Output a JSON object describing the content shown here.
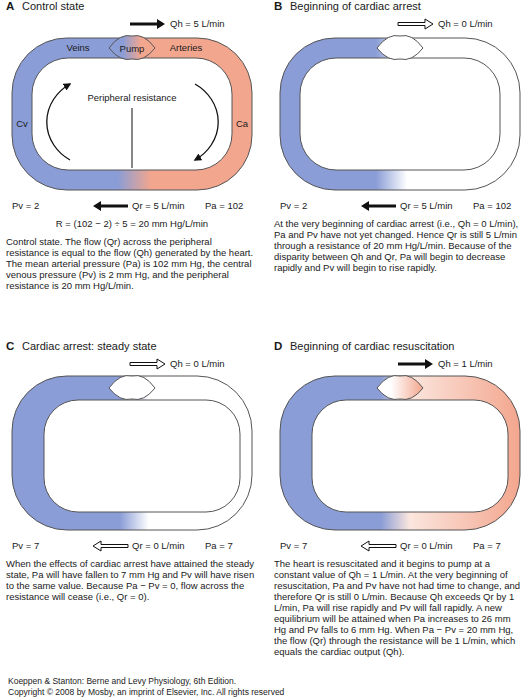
{
  "diagram": {
    "nodes": [
      {
        "text": [
          "A",
          "Control state",
          "Control state. The flow (Qr) across the peripheral resistance is equal to the flow (Qh) generated by the heart. The mean arterial pressure (Pa) is 102 mm Hg, the central venous pressure (Pv) is 2 mm Hg, and the peripheral resistance is 20 mm Hg/L/min."
        ]
      },
      {
        "text": [
          "B",
          "Beginning of cardiac arrest",
          "At the very beginning of cardiac arrest (i.e., Qh = 0 L/min), Pa and Pv have not yet changed. Hence Qr is still 5 L/min through a resistance of 20 mm Hg/L/min. Because of the disparity between Qh and Qr, Pa will begin to decrease rapidly and Pv will begin to rise rapidly."
        ]
      },
      {
        "text": [
          "C",
          "Cardiac arrest: steady state",
          "When the effects of cardiac arrest have attained the steady state, Pa will have fallen to 7 mm Hg and Pv will have risen to the same value. Because Pa − Pv = 0, flow across the resistance will cease (i.e., Qr = 0)."
        ]
      },
      {
        "text": [
          "D",
          "Beginning of cardiac resuscitation",
          "The heart is resuscitated and it begins to pump at a constant value of Qh = 1 L/min. At the very beginning of resuscitation, Pa and Pv have not had time to change, and therefore Qr is still 0 L/min. Because Qh exceeds Qr by 1 L/min, Pa will rise rapidly and Pv will fall rapidly. A new equilibrium will be attained when Pa increases to 26 mm Hg and Pv falls to 6 mm Hg. When Pa − Pv = 20 mm Hg, the flow (Qr) through the resistance will be 1 L/min, which equals the cardiac output (Qh)."
        ]
      }
    ],
    "labels": [
      "Qh = 5 L/min",
      "Veins",
      "Pump",
      "Arteries",
      "Peripheral resistance",
      "Cv",
      "Ca",
      "Pv = 2",
      "Qr = 5 L/min",
      "Pa = 102",
      "R = (102 − 2) ÷ 5 = 20 mm Hg/L/min",
      "Qh = 0 L/min",
      "Pv = 2",
      "Qr = 5 L/min",
      "Pa = 102",
      "Qh = 0 L/min",
      "Pv = 7",
      "Qr = 0 L/min",
      "Pa = 7",
      "Qh = 1 L/min",
      "Pv = 7",
      "Qr = 0 L/min",
      "Pa = 7",
      "Koeppen & Stanton: Berne and Levy Physiology, 6th Edition.",
      "Copyright © 2008 by Mosby, an imprint of Elsevier, Inc. All rights reserved"
    ]
  }
}
